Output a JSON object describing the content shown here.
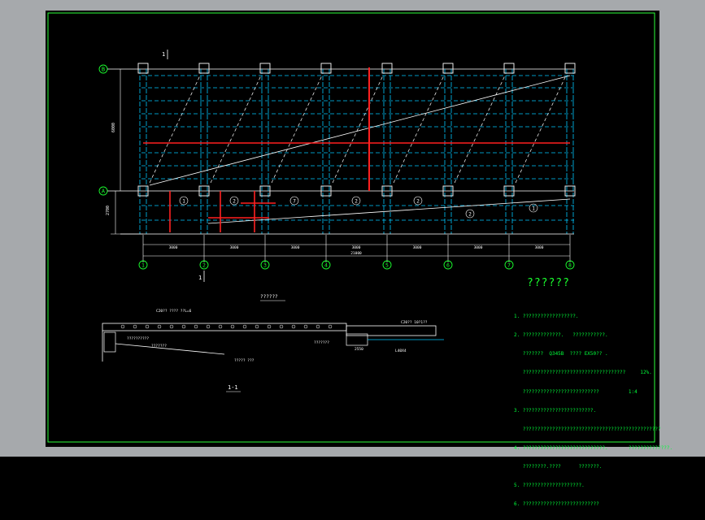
{
  "drawing": {
    "grid_letters": [
      "B",
      "A"
    ],
    "grid_numbers": [
      "1",
      "2",
      "3",
      "4",
      "5",
      "6",
      "7",
      "8"
    ],
    "section_mark_top": "1",
    "section_mark_bottom": "1",
    "span_dims": [
      "3000",
      "3000",
      "3000",
      "3000",
      "3000",
      "3000",
      "3000"
    ],
    "total_dim": "21000",
    "left_dim": "6000",
    "left_dim_lower": "2700",
    "panel_numbers": [
      "1",
      "2",
      "7",
      "2",
      "2",
      "2",
      "1"
    ],
    "section_title": "??????",
    "section_label": "1-1",
    "section_callout_1": "C20?? ???? ??L=6",
    "section_callout_2": "C20?? 10?1??",
    "section_callout_3": "L40X4",
    "section_callout_4": "??????????",
    "section_callout_5": "???????",
    "section_callout_6": "????? ???",
    "section_callout_7": "???????",
    "section_callout_8": "2550"
  },
  "notes": {
    "title": "??????",
    "lines": [
      "1. ??????????????????.",
      "2. ?????????????.   ???????????.",
      "   ???????  Q345B  ???? EX50?? .",
      "   ???????????????????????????????????     12%.",
      "   ??????????????????????????          1:4",
      "3. ????????????????????????.",
      "   ???????????????????????????????????????????????",
      "4. ????????????????????????????.       ??????????????.",
      "   ????????.????      ???????.",
      "5. ????????????????????.",
      "6. ??????????????????????????"
    ]
  }
}
